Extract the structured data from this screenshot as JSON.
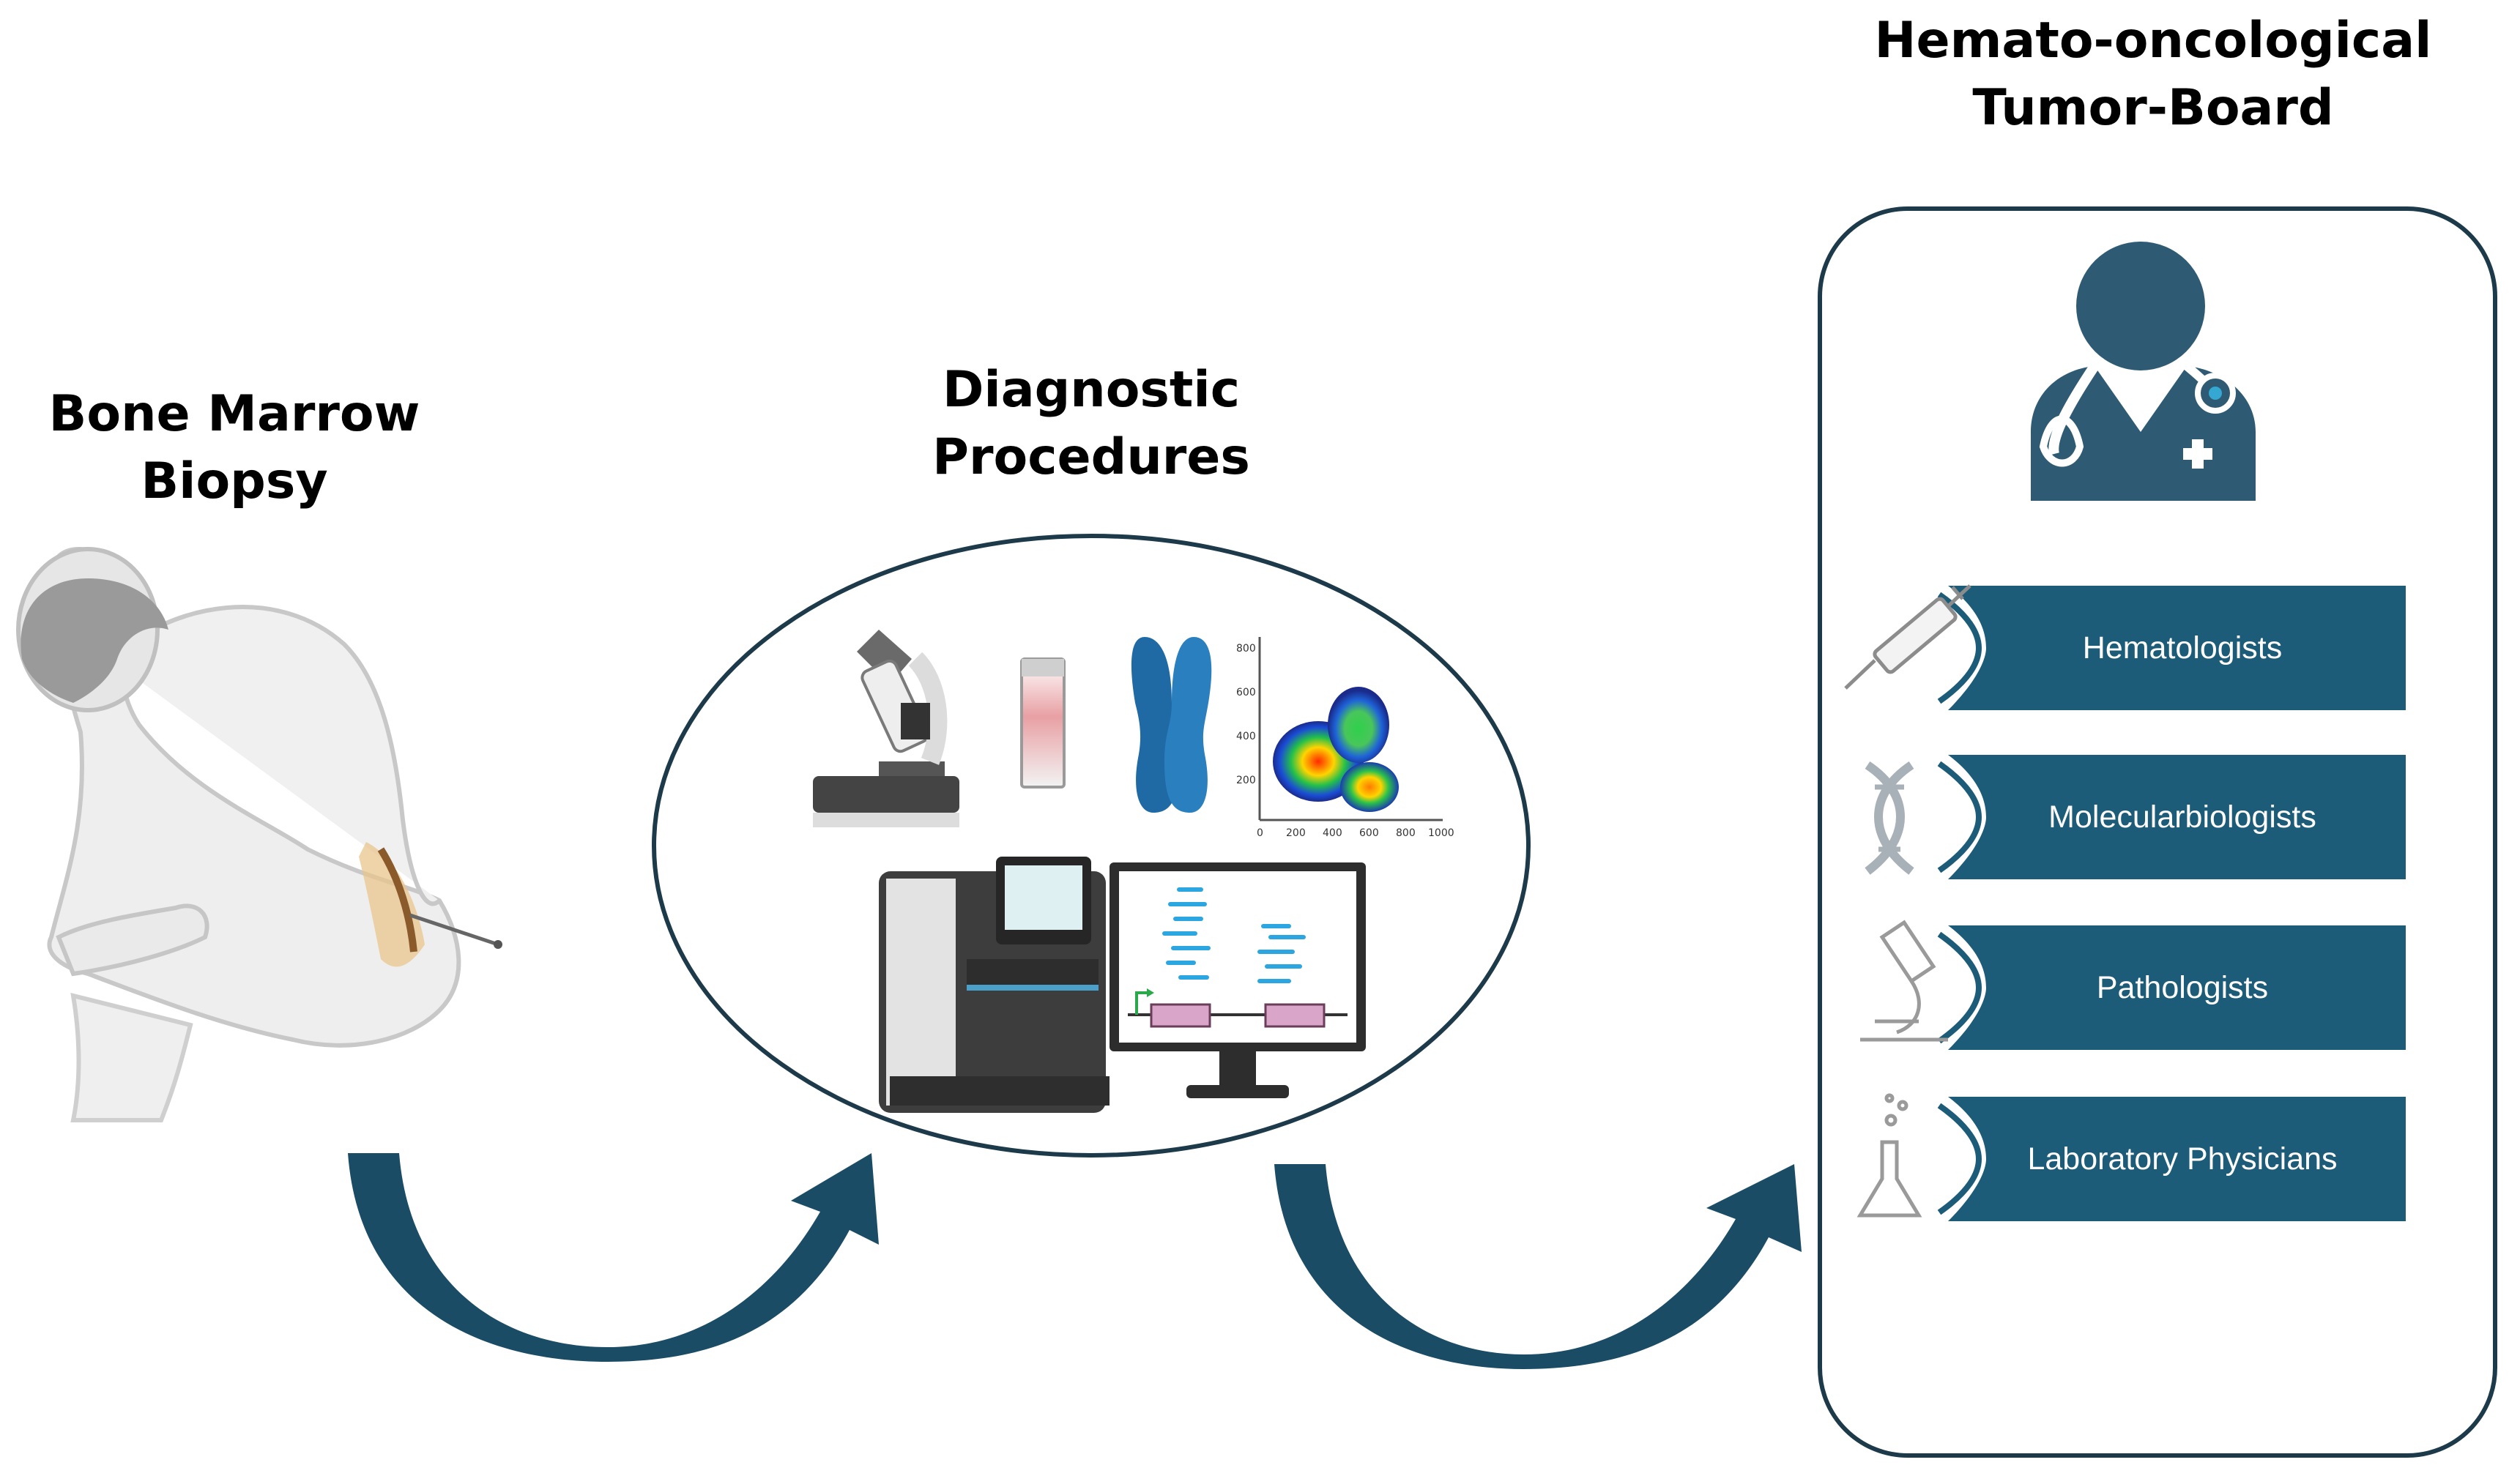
{
  "titles": {
    "biopsy": "Bone Marrow\nBiopsy",
    "diagnostic": "Diagnostic\nProcedures",
    "tumor_board": "Hemato-oncological\nTumor-Board"
  },
  "roles": [
    {
      "label": "Hematologists",
      "icon": "syringe-icon"
    },
    {
      "label": "Molecularbiologists",
      "icon": "dna-icon"
    },
    {
      "label": "Pathologists",
      "icon": "microscope-icon"
    },
    {
      "label": "Laboratory Physicians",
      "icon": "flask-icon"
    }
  ],
  "flow_scatter_ticks": {
    "x": [
      "0",
      "200",
      "400",
      "600",
      "800",
      "1000"
    ],
    "y": [
      "200",
      "400",
      "600",
      "800"
    ]
  },
  "colors": {
    "accent": "#1c5c78",
    "arrow": "#1a4c66",
    "doctor": "#2e5b73",
    "outline": "#1d3a4a"
  }
}
